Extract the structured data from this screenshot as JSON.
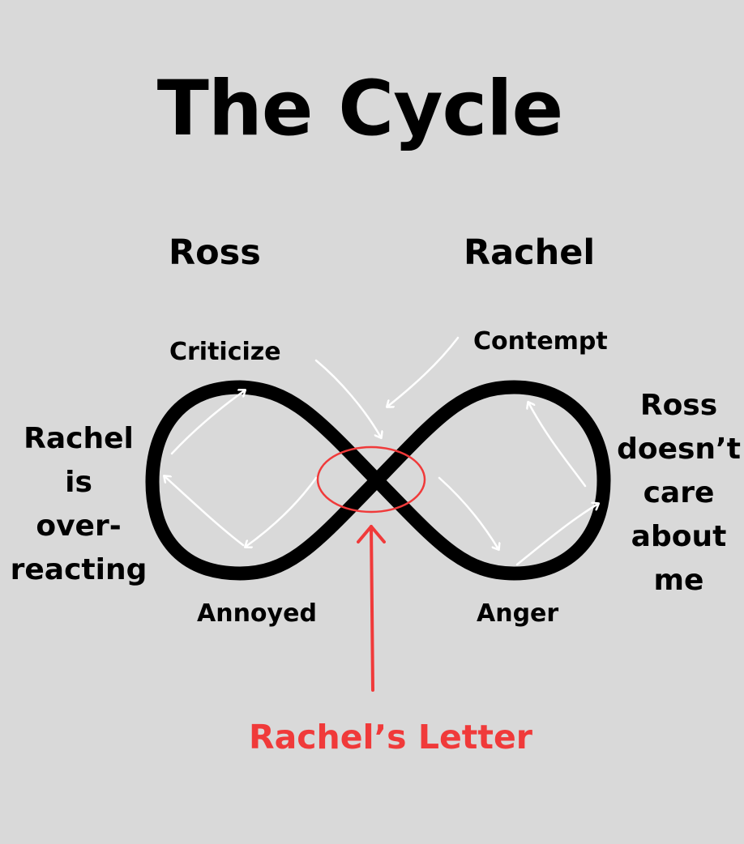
{
  "title": "The Cycle",
  "people": {
    "left": "Ross",
    "right": "Rachel"
  },
  "left_loop": {
    "top": "Criticize",
    "bottom": "Annoyed",
    "side_lines": [
      "Rachel is",
      "over-",
      "reacting"
    ]
  },
  "right_loop": {
    "top": "Contempt",
    "bottom": "Anger",
    "side_lines": [
      "Ross",
      "doesn’t",
      "care",
      "about",
      "me"
    ]
  },
  "intersection_label": "Rachel’s Letter",
  "colors": {
    "background": "#d9d9d9",
    "loop_stroke": "#000000",
    "flow_arrows": "#ffffff",
    "highlight": "#f03a3a"
  }
}
